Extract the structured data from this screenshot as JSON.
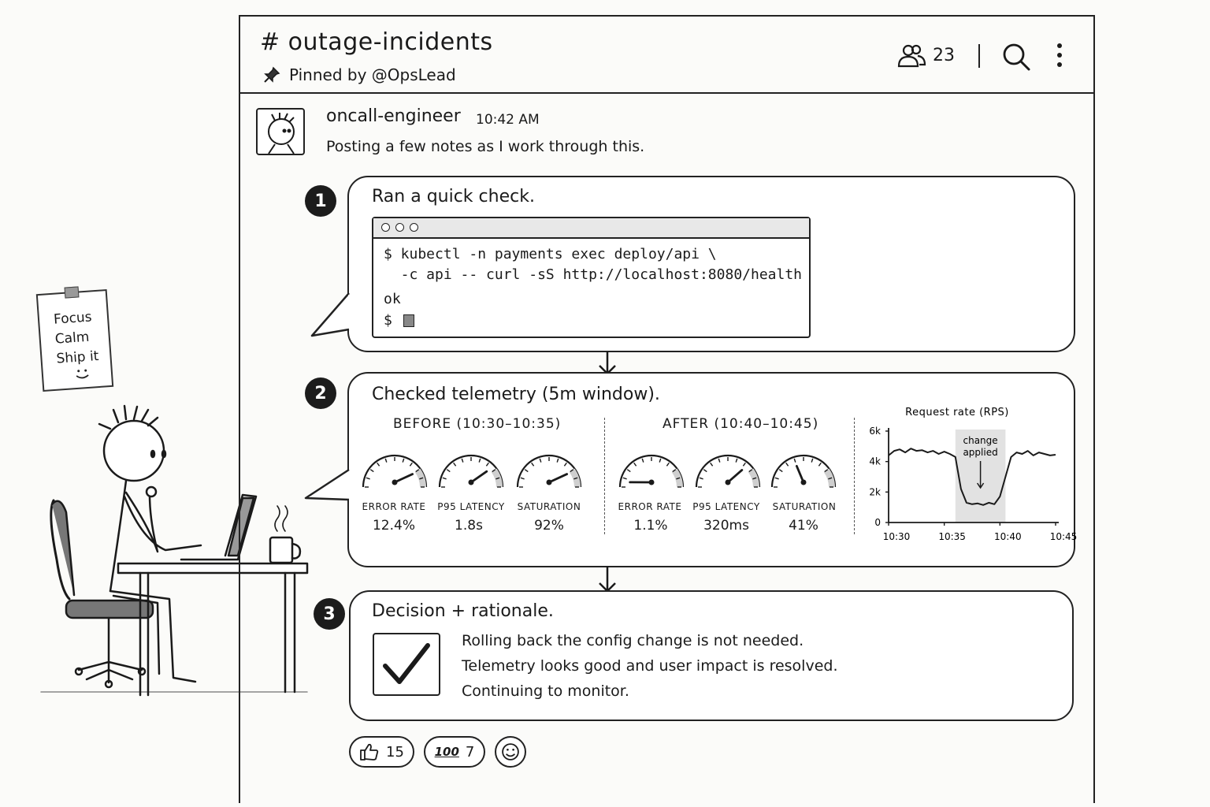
{
  "channel": {
    "title": "# outage-incidents",
    "pinned_by": "Pinned by @OpsLead",
    "member_count": "23",
    "icons": {
      "members": "members-icon",
      "search": "search-icon",
      "more": "more-vertical-icon",
      "pin": "pin-icon"
    }
  },
  "message": {
    "author": "oncall-engineer",
    "time": "10:42 AM",
    "text": "Posting a few notes as I work through this."
  },
  "steps": {
    "step1": {
      "number": "1",
      "title": "Ran a quick check.",
      "terminal_lines": [
        "$ kubectl -n payments exec deploy/api \\",
        "  -c api -- curl -sS http://localhost:8080/health",
        "ok",
        "$"
      ]
    },
    "step2": {
      "number": "2",
      "title": "Checked telemetry (5m window).",
      "before": {
        "label": "BEFORE (10:30–10:35)",
        "gauges": [
          {
            "label": "ERROR RATE",
            "value": "12.4%",
            "level": 0.8
          },
          {
            "label": "P95 LATENCY",
            "value": "1.8s",
            "level": 0.75
          },
          {
            "label": "SATURATION",
            "value": "92%",
            "level": 0.8
          }
        ]
      },
      "after": {
        "label": "AFTER (10:40–10:45)",
        "gauges": [
          {
            "label": "ERROR RATE",
            "value": "1.1%",
            "level": 0.07
          },
          {
            "label": "P95 LATENCY",
            "value": "320ms",
            "level": 0.72
          },
          {
            "label": "SATURATION",
            "value": "41%",
            "level": 0.4
          }
        ]
      }
    },
    "step3": {
      "number": "3",
      "title": "Decision + rationale.",
      "lines": [
        "Rolling back the config change is not needed.",
        "Telemetry looks good and user impact is resolved.",
        "Continuing to monitor."
      ]
    }
  },
  "chart_data": {
    "type": "line",
    "title": "Request rate (RPS)",
    "xlabel": "",
    "ylabel": "",
    "x_ticks": [
      "10:30",
      "10:35",
      "10:40",
      "10:45"
    ],
    "y_ticks": [
      "0",
      "2k",
      "4k",
      "6k"
    ],
    "xlim": [
      0,
      15
    ],
    "ylim": [
      0,
      6000
    ],
    "annotation": {
      "text": [
        "change",
        "applied"
      ],
      "x_range": [
        6,
        10.5
      ]
    },
    "series": [
      {
        "x": [
          0,
          0.5,
          1,
          1.5,
          2,
          2.5,
          3,
          3.5,
          4,
          4.5,
          5,
          5.5,
          6,
          6.5,
          7,
          7.5,
          8,
          8.5,
          9,
          9.5,
          10,
          10.5,
          11,
          11.5,
          12,
          12.5,
          13,
          13.5,
          14,
          14.5,
          15
        ],
        "y": [
          4400,
          4700,
          4800,
          4600,
          4850,
          4700,
          4750,
          4600,
          4700,
          4500,
          4650,
          4500,
          4300,
          2200,
          1300,
          1200,
          1250,
          1150,
          1300,
          1200,
          1700,
          3000,
          4300,
          4600,
          4500,
          4700,
          4400,
          4600,
          4500,
          4400,
          4450
        ]
      }
    ]
  },
  "reactions": [
    {
      "icon": "thumbs-up-icon",
      "count": "15"
    },
    {
      "icon": "hundred-points-icon",
      "glyph": "100",
      "count": "7"
    }
  ],
  "add_reaction_icon": "smiley-icon",
  "sticky_note": [
    "Focus",
    "Calm",
    "Ship it"
  ]
}
